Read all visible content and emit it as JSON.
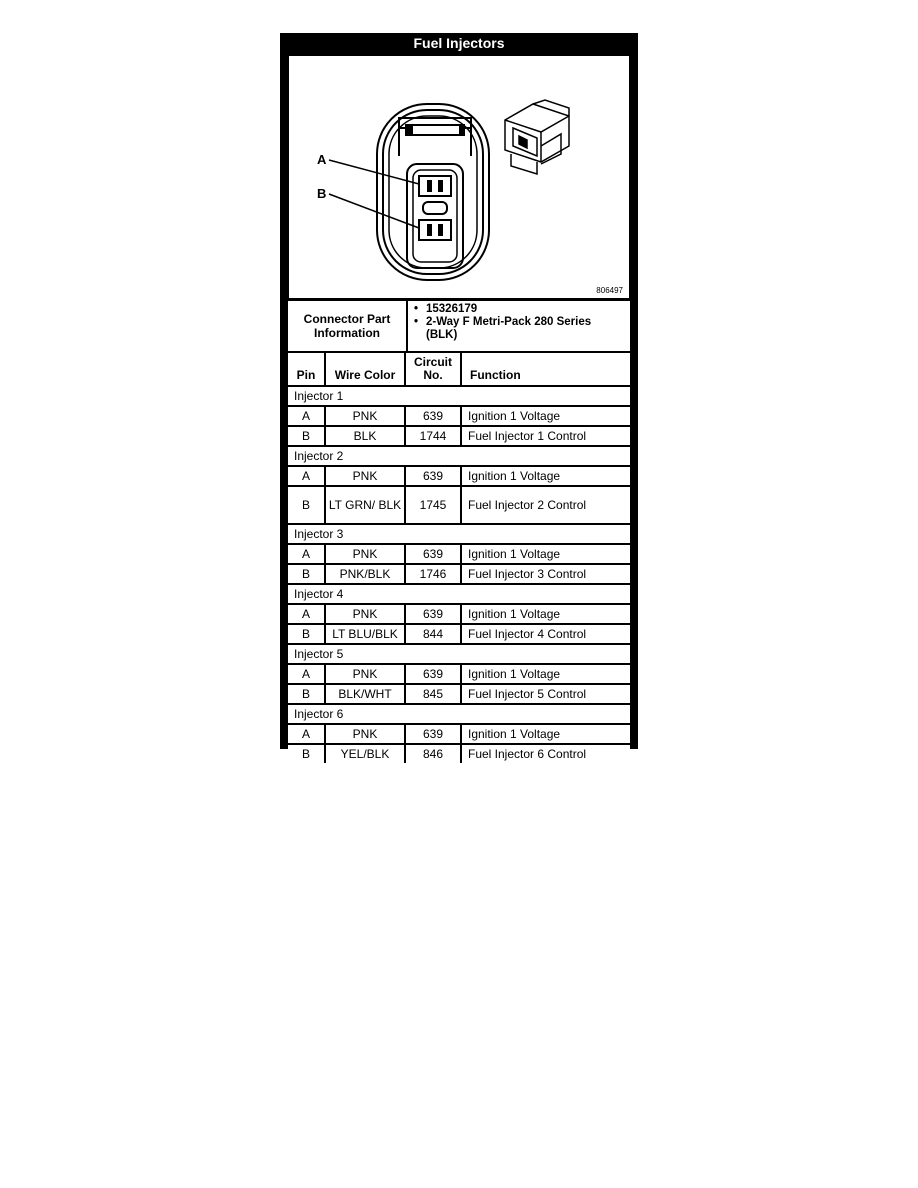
{
  "title": "Fuel Injectors",
  "figure": {
    "pin_labels": [
      "A",
      "B"
    ],
    "figure_id": "806497"
  },
  "connector": {
    "label": "Connector Part Information",
    "items": [
      "15326179",
      "2-Way F Metri-Pack 280 Series (BLK)"
    ]
  },
  "columns": {
    "pin": "Pin",
    "wire": "Wire Color",
    "circuit": "Circuit No.",
    "function": "Function"
  },
  "groups": [
    {
      "name": "Injector 1",
      "rows": [
        {
          "pin": "A",
          "wire": "PNK",
          "circuit": "639",
          "function": "Ignition 1 Voltage"
        },
        {
          "pin": "B",
          "wire": "BLK",
          "circuit": "1744",
          "function": "Fuel Injector 1 Control"
        }
      ]
    },
    {
      "name": "Injector 2",
      "rows": [
        {
          "pin": "A",
          "wire": "PNK",
          "circuit": "639",
          "function": "Ignition 1 Voltage"
        },
        {
          "pin": "B",
          "wire": "LT GRN/ BLK",
          "circuit": "1745",
          "function": "Fuel Injector 2 Control"
        }
      ]
    },
    {
      "name": "Injector 3",
      "rows": [
        {
          "pin": "A",
          "wire": "PNK",
          "circuit": "639",
          "function": "Ignition 1 Voltage"
        },
        {
          "pin": "B",
          "wire": "PNK/BLK",
          "circuit": "1746",
          "function": "Fuel Injector 3 Control"
        }
      ]
    },
    {
      "name": "Injector 4",
      "rows": [
        {
          "pin": "A",
          "wire": "PNK",
          "circuit": "639",
          "function": "Ignition 1 Voltage"
        },
        {
          "pin": "B",
          "wire": "LT BLU/BLK",
          "circuit": "844",
          "function": "Fuel Injector 4 Control"
        }
      ]
    },
    {
      "name": "Injector 5",
      "rows": [
        {
          "pin": "A",
          "wire": "PNK",
          "circuit": "639",
          "function": "Ignition 1 Voltage"
        },
        {
          "pin": "B",
          "wire": "BLK/WHT",
          "circuit": "845",
          "function": "Fuel Injector 5 Control"
        }
      ]
    },
    {
      "name": "Injector 6",
      "rows": [
        {
          "pin": "A",
          "wire": "PNK",
          "circuit": "639",
          "function": "Ignition 1 Voltage"
        },
        {
          "pin": "B",
          "wire": "YEL/BLK",
          "circuit": "846",
          "function": "Fuel Injector 6 Control"
        }
      ]
    }
  ]
}
